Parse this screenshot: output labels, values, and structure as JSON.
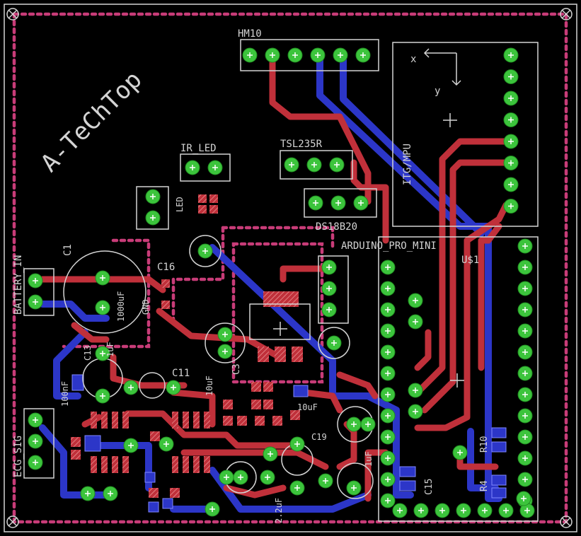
{
  "board": {
    "logo_text": "A-TeChTop",
    "colors": {
      "background": "#000000",
      "top_copper": "#c0303a",
      "bottom_copper": "#2c36c8",
      "pad": "#3cc43c",
      "silkscreen": "#d4d4d4",
      "outline_dots": "#c83c78"
    }
  },
  "labels": {
    "hm10": "HM10",
    "ir_led": "IR_LED",
    "tsl235r": "TSL235R",
    "ds18b20": "DS18B20",
    "battery_in": "BATTERY_IN",
    "c1": "C1",
    "c1_value": "1000uF",
    "c16": "C16",
    "c11": "C11",
    "c11_value": "10uF",
    "itg_mpu": "ITG/MPU",
    "axis_x": "x",
    "axis_y": "y",
    "arduino": "ARDUINO_PRO_MINI",
    "u1": "U$1",
    "ecg_sig": "ECG_SIG",
    "c13": "C13",
    "c15": "C15",
    "c3": "C3",
    "c19": "C19",
    "r4": "R4",
    "r10": "R10",
    "v100nf": "100nF",
    "v1uf": "1uF",
    "v1uf_b": "1uF",
    "v2_2uf": "2.2uF",
    "v10uf_b": "10uF",
    "led": "LED",
    "gnd_hint": "GND"
  }
}
